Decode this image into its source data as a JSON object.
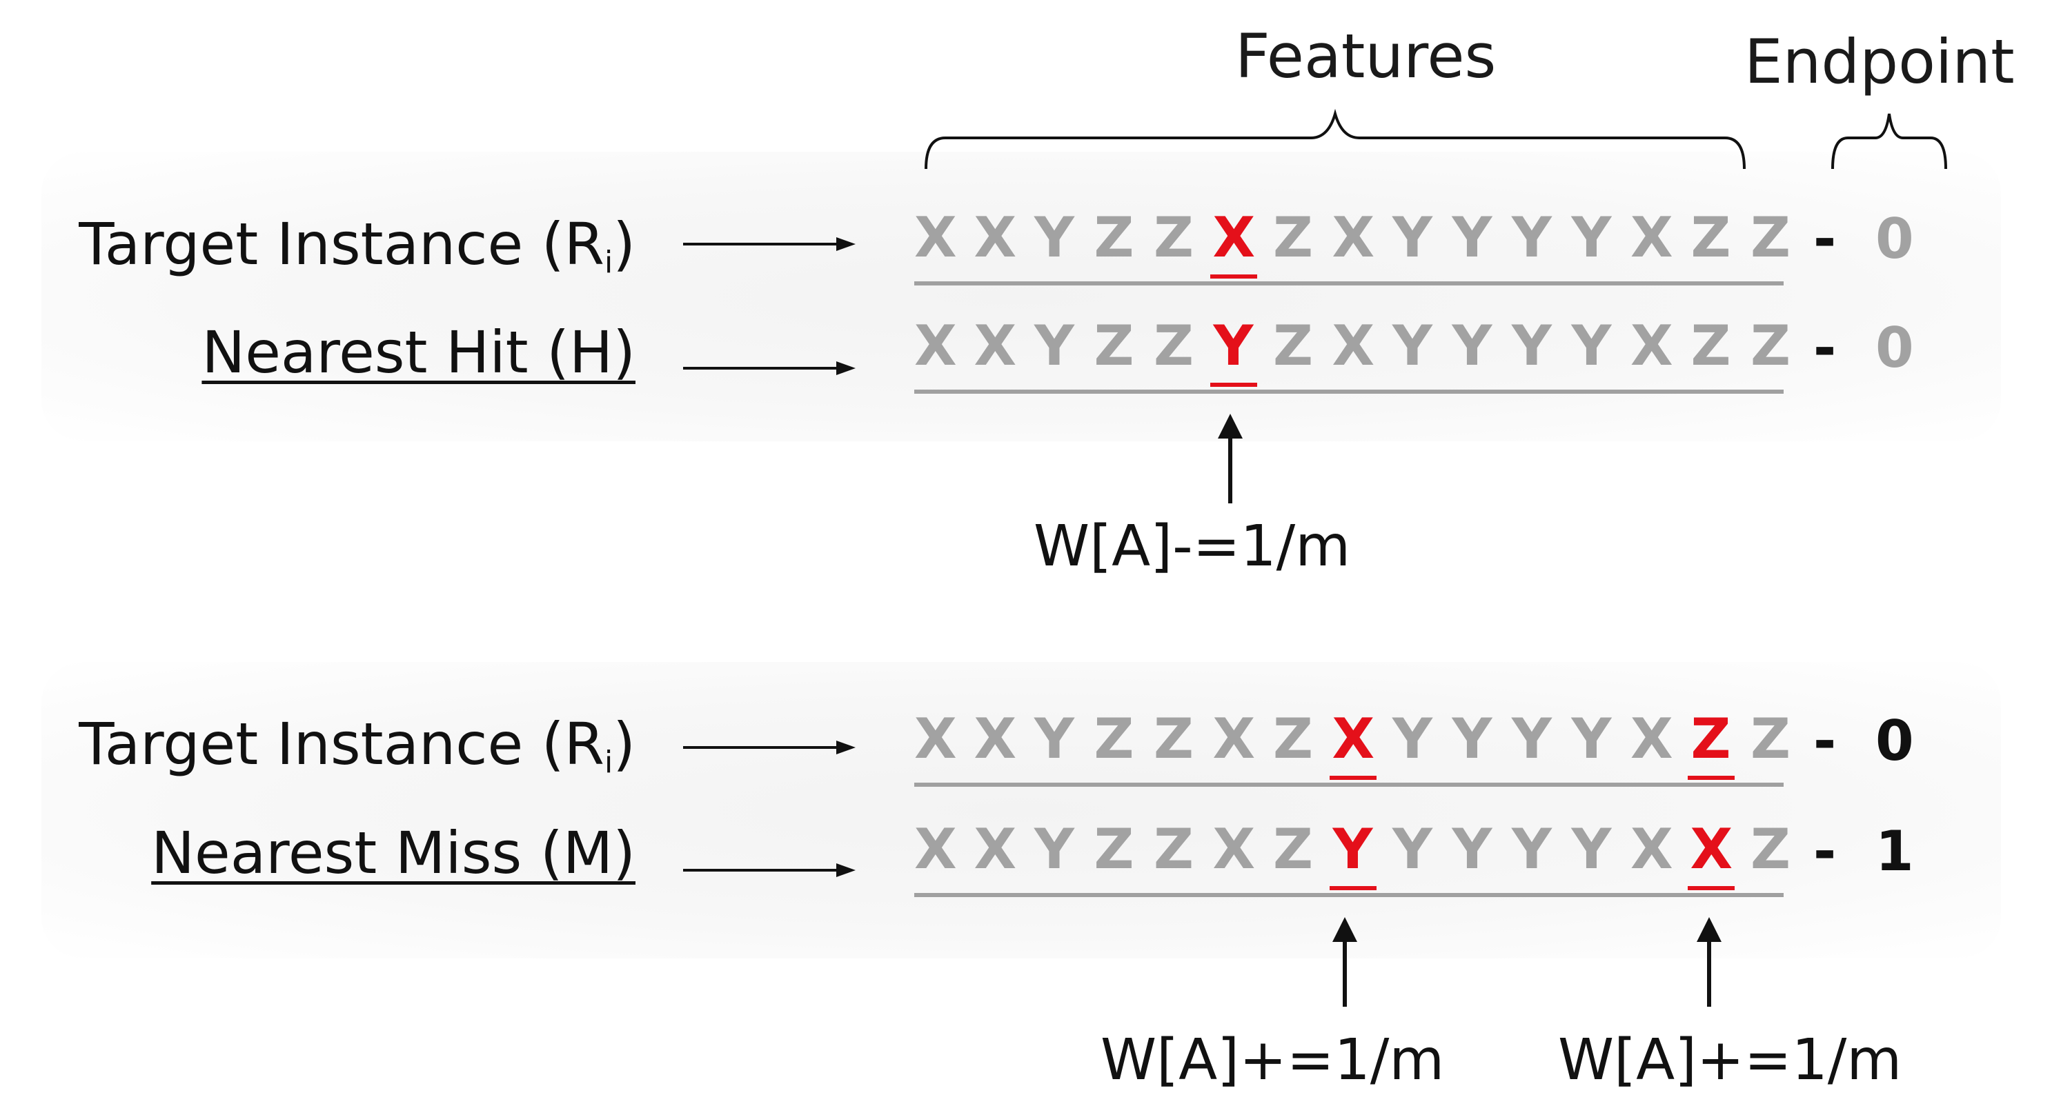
{
  "header": {
    "features_label": "Features",
    "endpoint_label": "Endpoint"
  },
  "panel_hit": {
    "target_label_main": "Target Instance (R",
    "target_label_sub": "i",
    "target_label_end": ")",
    "neighbor_label": "Nearest Hit (H)",
    "target_sequence": [
      "X",
      "X",
      "Y",
      "Z",
      "Z",
      "X",
      "Z",
      "X",
      "Y",
      "Y",
      "Y",
      "Y",
      "X",
      "Z",
      "Z"
    ],
    "neighbor_sequence": [
      "X",
      "X",
      "Y",
      "Z",
      "Z",
      "Y",
      "Z",
      "X",
      "Y",
      "Y",
      "Y",
      "Y",
      "X",
      "Z",
      "Z"
    ],
    "changed_indices": [
      5
    ],
    "target_endpoint": "0",
    "neighbor_endpoint": "0",
    "dash": "-",
    "update_formula": "W[A]-=1/m"
  },
  "panel_miss": {
    "target_label_main": "Target Instance (R",
    "target_label_sub": "i",
    "target_label_end": ")",
    "neighbor_label": "Nearest Miss (M)",
    "target_sequence": [
      "X",
      "X",
      "Y",
      "Z",
      "Z",
      "X",
      "Z",
      "X",
      "Y",
      "Y",
      "Y",
      "Y",
      "X",
      "Z",
      "Z"
    ],
    "neighbor_sequence": [
      "X",
      "X",
      "Y",
      "Z",
      "Z",
      "X",
      "Z",
      "Y",
      "Y",
      "Y",
      "Y",
      "Y",
      "X",
      "X",
      "Z"
    ],
    "changed_indices": [
      7,
      13
    ],
    "target_endpoint": "0",
    "neighbor_endpoint": "1",
    "dash": "-",
    "update_formula_1": "W[A]+=1/m",
    "update_formula_2": "W[A]+=1/m"
  },
  "colors": {
    "unchanged_feature": "#a2a2a2",
    "changed_feature": "#e4101a",
    "text": "#111111"
  }
}
